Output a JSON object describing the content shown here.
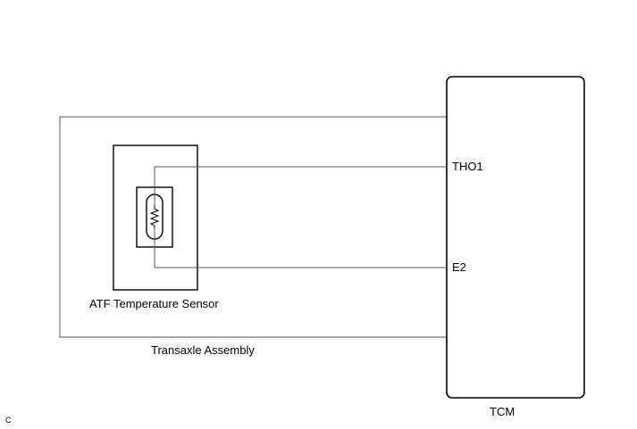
{
  "transaxle": {
    "label": "Transaxle Assembly"
  },
  "sensor": {
    "label": "ATF Temperature Sensor"
  },
  "tcm": {
    "label": "TCM",
    "pins": [
      {
        "name": "THO1"
      },
      {
        "name": "E2"
      }
    ]
  },
  "corner_code": "C",
  "colors": {
    "line": "#555555",
    "box": "#000000"
  }
}
